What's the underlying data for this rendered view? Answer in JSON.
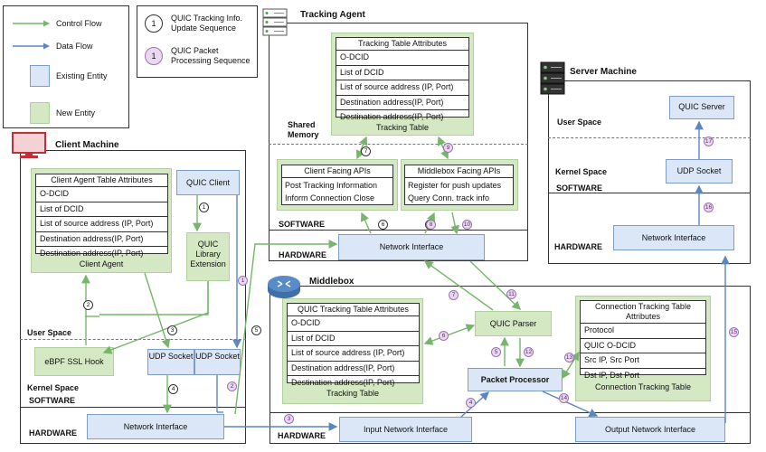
{
  "legend": {
    "control_flow": "Control Flow",
    "data_flow": "Data Flow",
    "existing_entity": "Existing Entity",
    "new_entity": "New Entity",
    "tracking_seq_num": "1",
    "tracking_seq_label": "QUIC Tracking Info. Update Sequence",
    "packet_seq_num": "1",
    "packet_seq_label": "QUIC Packet Processing Sequence"
  },
  "colors": {
    "control_flow": "#76b56a",
    "data_flow": "#5b86c0",
    "existing": "#dbe7f7",
    "new": "#d5e8c4",
    "badge": "#e9d8f0"
  },
  "tracking_agent": {
    "title": "Tracking Agent",
    "shared_memory": "Shared Memory",
    "table_header": "Tracking Table Attributes",
    "rows": [
      "O-DCID",
      "List of DCID",
      "List of source address (IP, Port)",
      "Destination address(IP, Port)",
      "Destination address(IP, Port)"
    ],
    "table_label": "Tracking Table",
    "client_apis_title": "Client Facing APIs",
    "client_apis": [
      "Post Tracking Information",
      "Inform Connection Close"
    ],
    "middlebox_apis_title": "Middlebox Facing APIs",
    "middlebox_apis": [
      "Register for push updates",
      "Query Conn. track info"
    ],
    "software": "SOFTWARE",
    "hardware": "HARDWARE",
    "network_interface": "Network Interface"
  },
  "client": {
    "title": "Client Machine",
    "table_header": "Client Agent Table Attributes",
    "rows": [
      "O-DCID",
      "List of DCID",
      "List of source address (IP, Port)",
      "Destination address(IP, Port)",
      "Destination address(IP, Port)"
    ],
    "agent_label": "Client Agent",
    "quic_client": "QUIC Client",
    "quic_library": "QUIC Library Extension",
    "user_space": "User Space",
    "ebpf": "eBPF SSL Hook",
    "udp_socket_1": "UDP Socket",
    "udp_socket_2": "UDP Socket",
    "kernel_space": "Kernel Space",
    "software": "SOFTWARE",
    "hardware": "HARDWARE",
    "network_interface": "Network Interface"
  },
  "server": {
    "title": "Server Machine",
    "user_space": "User Space",
    "quic_server": "QUIC Server",
    "kernel_space": "Kernel Space",
    "software": "SOFTWARE",
    "udp_socket": "UDP Socket",
    "hardware": "HARDWARE",
    "network_interface": "Network Interface"
  },
  "middlebox": {
    "title": "Middlebox",
    "table_header": "QUIC Tracking Table Attributes",
    "rows": [
      "O-DCID",
      "List of DCID",
      "List of source address (IP, Port)",
      "Destination address(IP, Port)",
      "Destination address(IP, Port)"
    ],
    "table_label": "Tracking Table",
    "quic_parser": "QUIC Parser",
    "packet_processor": "Packet Processor",
    "conn_table_header": "Connection Tracking Table Attributes",
    "conn_rows": [
      "Protocol",
      "QUIC O-DCID",
      "Src IP, Src Port",
      "Dst IP, Dst Port"
    ],
    "conn_table_label": "Connection Tracking Table",
    "hardware": "HARDWARE",
    "input_ni": "Input Network Interface",
    "output_ni": "Output Network Interface"
  },
  "seq_white": [
    "1",
    "2",
    "3",
    "4",
    "5",
    "6",
    "7",
    "8"
  ],
  "seq_purple": [
    "1",
    "2",
    "3",
    "4",
    "5",
    "6",
    "7",
    "8",
    "9",
    "10",
    "11",
    "12",
    "13",
    "14",
    "15",
    "16",
    "17"
  ]
}
